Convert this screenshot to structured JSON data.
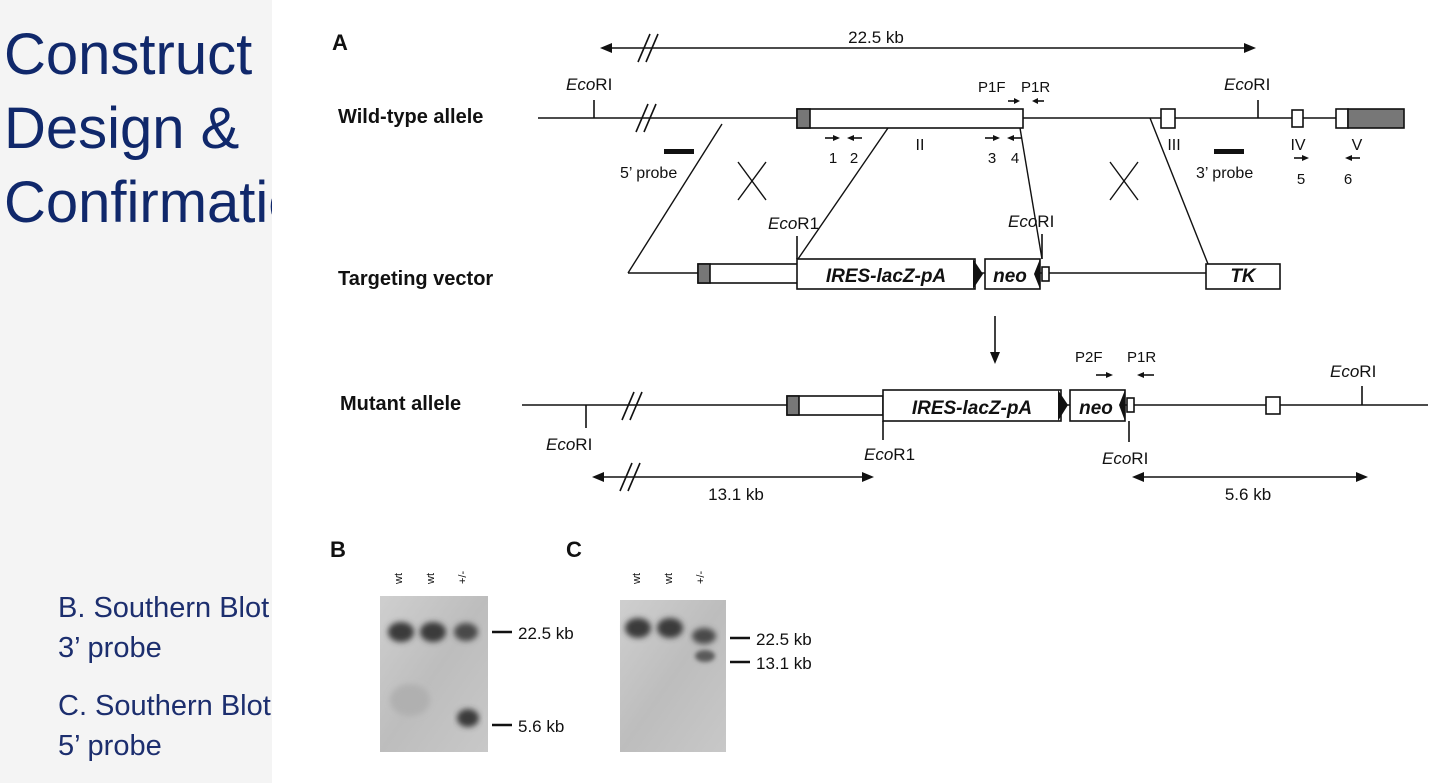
{
  "slide": {
    "title_lines": [
      "Construct",
      "Design &",
      "Confirmation"
    ],
    "captions": [
      {
        "line1": "B.  Southern Blot",
        "line2": "3’ probe"
      },
      {
        "line1": "C. Southern Blot",
        "line2": "5’ probe"
      }
    ]
  },
  "figure": {
    "panel_a": "A",
    "panel_b": "B",
    "panel_c": "C",
    "dist_wt": "22.5 kb",
    "dist_mut_left": "13.1 kb",
    "dist_mut_right": "5.6 kb",
    "wt_label": "Wild-type allele",
    "tv_label": "Targeting vector",
    "mut_label": "Mutant allele",
    "eco_prefix": "Eco",
    "eco_suffix_ri": "RI",
    "eco_suffix_r1": "R1",
    "probe5": "5’ probe",
    "probe3": "3’ probe",
    "exon_ii": "II",
    "exon_iii": "III",
    "exon_iv": "IV",
    "exon_v": "V",
    "p1f": "P1F",
    "p1r": "P1R",
    "p2f": "P2F",
    "primer_1": "1",
    "primer_2": "2",
    "primer_3": "3",
    "primer_4": "4",
    "primer_5": "5",
    "primer_6": "6",
    "ires": "IRES-lacZ-pA",
    "neo": "neo",
    "tk": "TK",
    "lane_wt": "wt",
    "lane_het": "+/-",
    "band_225": "22.5 kb",
    "band_56": "5.6 kb",
    "band_131": "13.1 kb"
  }
}
